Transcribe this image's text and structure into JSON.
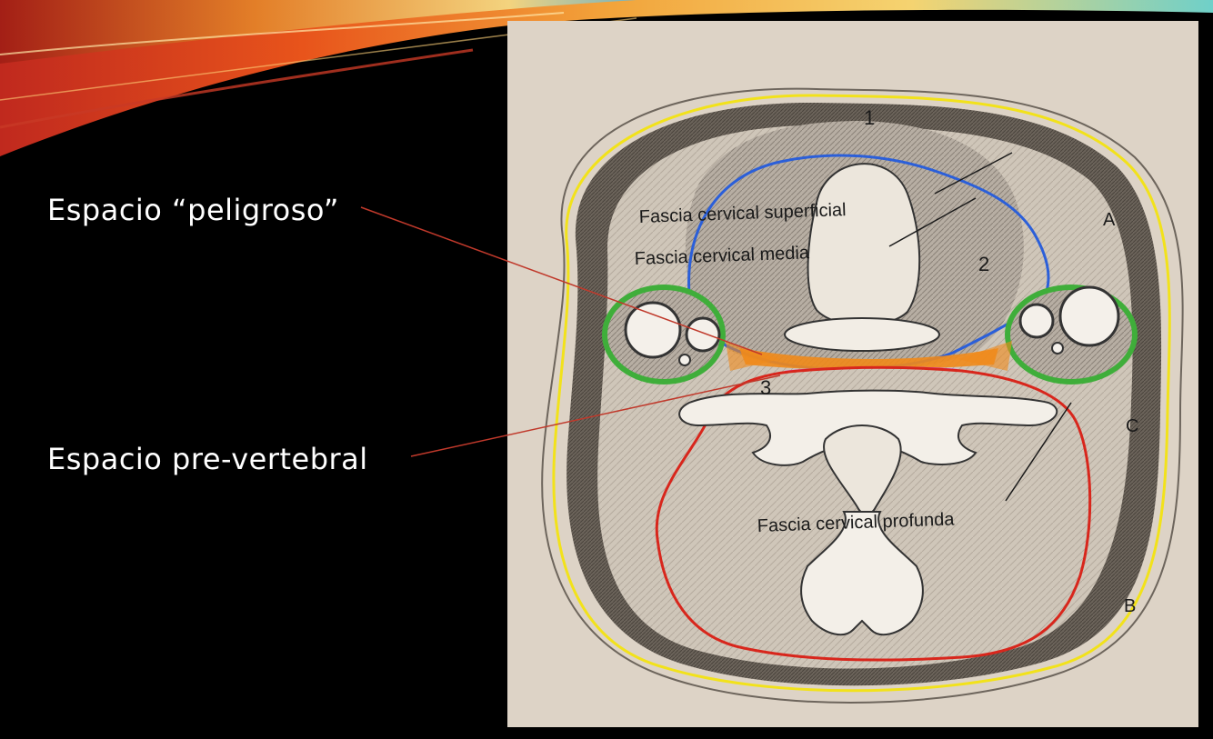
{
  "labels": {
    "danger_space": "Espacio “peligroso”",
    "prevertebral_space": "Espacio pre-vertebral"
  },
  "diagram": {
    "fascia_superficial": "Fascia cervical superficial",
    "fascia_media": "Fascia cervical media",
    "fascia_profunda": "Fascia cervical profunda",
    "num_1": "1",
    "num_2": "2",
    "num_3": "3",
    "letter_a": "A",
    "letter_b": "B",
    "letter_c": "C"
  },
  "colors": {
    "background": "#000000",
    "label_text": "#ffffff",
    "leader_line": "#c0392b",
    "outline_yellow": "#f2e21a",
    "outline_blue": "#2b5fd9",
    "outline_red": "#d8261c",
    "outline_green": "#3fae3a",
    "danger_orange": "#f08a1a",
    "prevertebral_magenta": "#d23cf0",
    "paper": "#ddd3c6"
  }
}
